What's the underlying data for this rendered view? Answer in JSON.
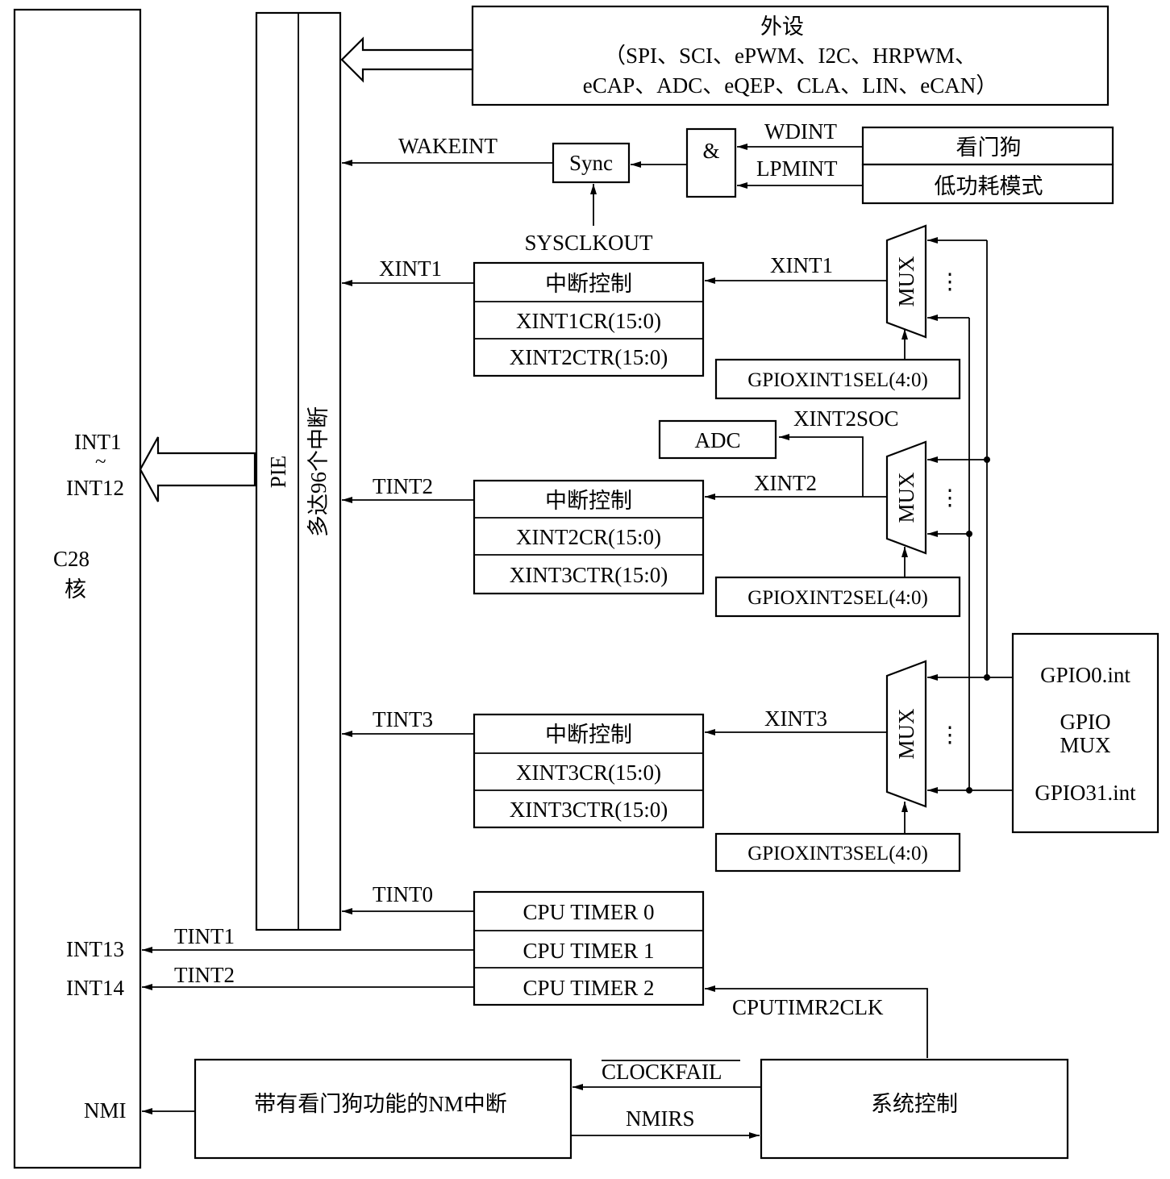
{
  "core": {
    "name_line1": "C28",
    "name_line2": "核",
    "int_range_top": "INT1",
    "int_range_tilde": "~",
    "int_range_bottom": "INT12",
    "int13": "INT13",
    "int14": "INT14",
    "nmi": "NMI"
  },
  "pie": {
    "label": "PIE",
    "subtitle": "多达96个中断"
  },
  "peripherals": {
    "title": "外设",
    "line1": "（SPI、SCI、ePWM、I2C、HRPWM、",
    "line2": "eCAP、ADC、eQEP、CLA、LIN、eCAN）"
  },
  "wake": {
    "wakeint": "WAKEINT",
    "sync": "Sync",
    "and": "&",
    "sysclkout": "SYSCLKOUT",
    "wdint": "WDINT",
    "lpmint": "LPMINT",
    "watchdog": "看门狗",
    "lowpower": "低功耗模式"
  },
  "xint1_group": {
    "out": "XINT1",
    "ctrl": "中断控制",
    "reg1": "XINT1CR(15:0)",
    "reg2": "XINT2CTR(15:0)",
    "in": "XINT1",
    "mux": "MUX",
    "dots": "⋮",
    "sel": "GPIOXINT1SEL(4:0)"
  },
  "xint2_group": {
    "out": "TINT2",
    "ctrl": "中断控制",
    "reg1": "XINT2CR(15:0)",
    "reg2": "XINT3CTR(15:0)",
    "in": "XINT2",
    "mux": "MUX",
    "dots": "⋮",
    "sel": "GPIOXINT2SEL(4:0)",
    "adc": "ADC",
    "soc": "XINT2SOC"
  },
  "xint3_group": {
    "out": "TINT3",
    "ctrl": "中断控制",
    "reg1": "XINT3CR(15:0)",
    "reg2": "XINT3CTR(15:0)",
    "in": "XINT3",
    "mux": "MUX",
    "dots": "⋮",
    "sel": "GPIOXINT3SEL(4:0)"
  },
  "gpio_mux": {
    "top": "GPIO0.int",
    "title1": "GPIO",
    "title2": "MUX",
    "bottom": "GPIO31.int"
  },
  "timers": {
    "tint0": "TINT0",
    "tint1": "TINT1",
    "tint2": "TINT2",
    "t0": "CPU TIMER 0",
    "t1": "CPU TIMER 1",
    "t2": "CPU TIMER 2",
    "clk": "CPUTIMR2CLK"
  },
  "nmi_block": {
    "label": "带有看门狗功能的NM中断",
    "clockfail": "CLOCKFAIL",
    "nmirs": "NMIRS",
    "sysctrl": "系统控制"
  }
}
